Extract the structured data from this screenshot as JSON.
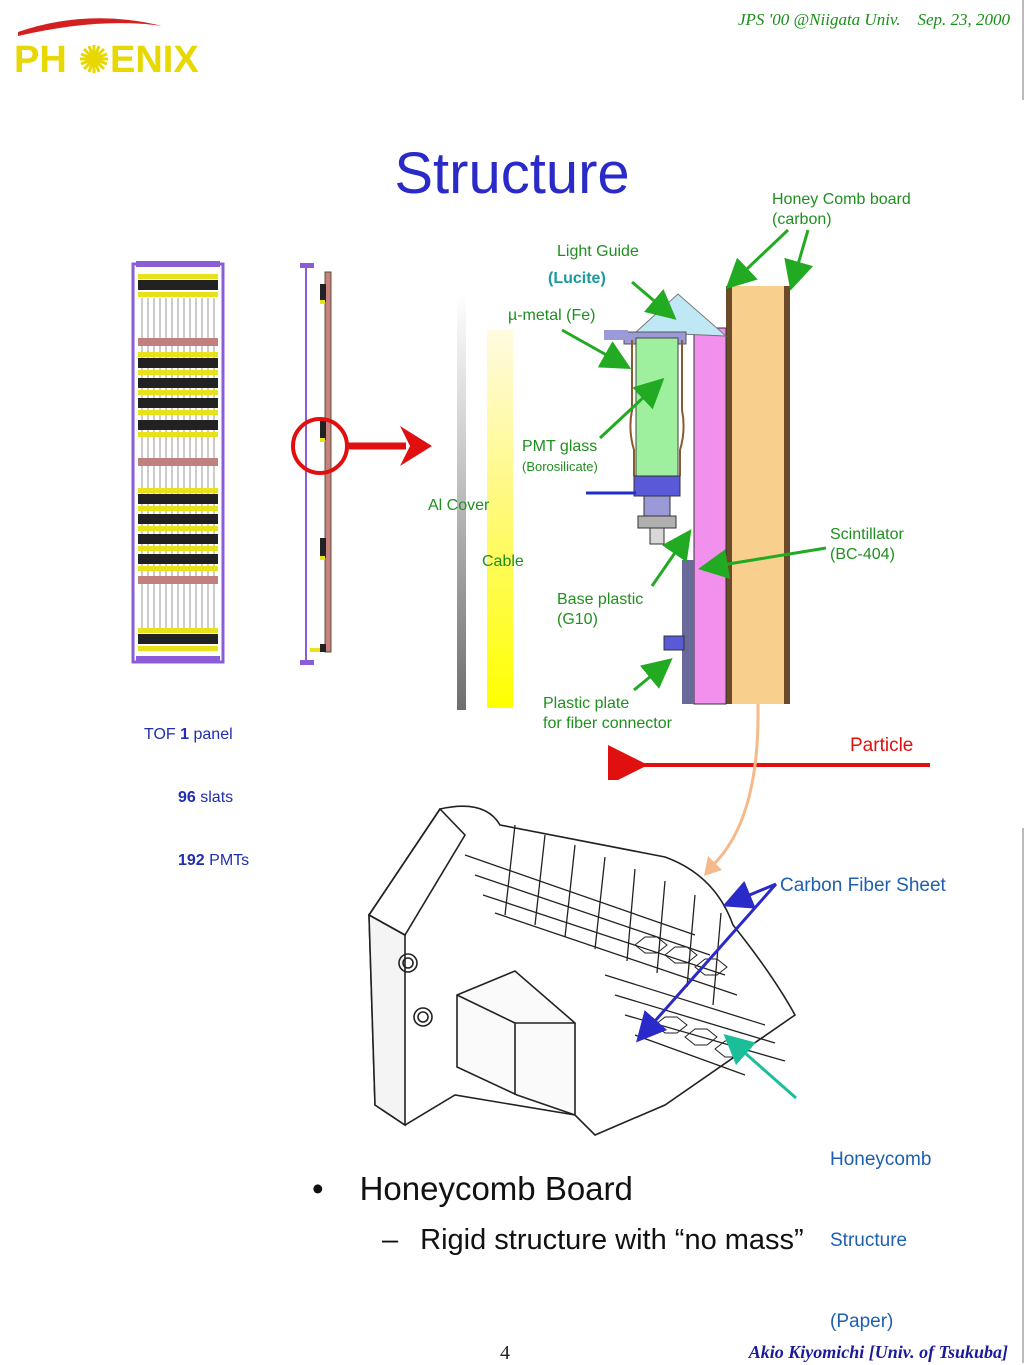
{
  "header": {
    "conference": "JPS '00 @Niigata Univ.",
    "date": "Sep. 23, 2000"
  },
  "logo": {
    "text_left": "PH",
    "text_right": "ENIX",
    "brand_color": "#e6d800",
    "arc_color": "#d42020"
  },
  "title": "Structure",
  "panel_caption": {
    "line1_prefix": "TOF ",
    "line1_bold": "1",
    "line1_suffix": " panel",
    "line2_bold": "96",
    "line2_suffix": " slats",
    "line3_bold": "192",
    "line3_suffix": " PMTs"
  },
  "labels": {
    "honey_comb_board": "Honey Comb board",
    "carbon": "(carbon)",
    "light_guide": "Light Guide",
    "lucite": "(Lucite)",
    "mu_metal": "µ-metal (Fe)",
    "pmt_glass": "PMT glass",
    "borosilicate": "(Borosilicate)",
    "al_cover": "Al Cover",
    "cable": "Cable",
    "scintillator": "Scintillator",
    "bc404": "(BC-404)",
    "base_plastic": "Base plastic",
    "g10": "(G10)",
    "plastic_plate": "Plastic plate",
    "fiber_connector": "for fiber connector",
    "particle": "Particle",
    "carbon_fiber_sheet": "Carbon Fiber Sheet",
    "honeycomb_structure_1": "Honeycomb",
    "honeycomb_structure_2": "Structure",
    "honeycomb_structure_3": "(Paper)"
  },
  "bullets": {
    "bullet_mark": "•",
    "main": "Honeycomb Board",
    "dash": "–",
    "sub": "Rigid structure with “no mass”"
  },
  "footer": {
    "page_number": "4",
    "author": "Akio Kiyomichi [Univ. of Tsukuba]"
  },
  "colors": {
    "title": "#2a2ac8",
    "label_green": "#1f8f1f",
    "arrow_green": "#22aa22",
    "arrow_red": "#e01010",
    "scintillator_pink": "#f290ee",
    "honeycomb_orange": "#f9cf8e",
    "pmt_green": "#9ef09e",
    "light_guide_blue": "#bfe8f4"
  }
}
